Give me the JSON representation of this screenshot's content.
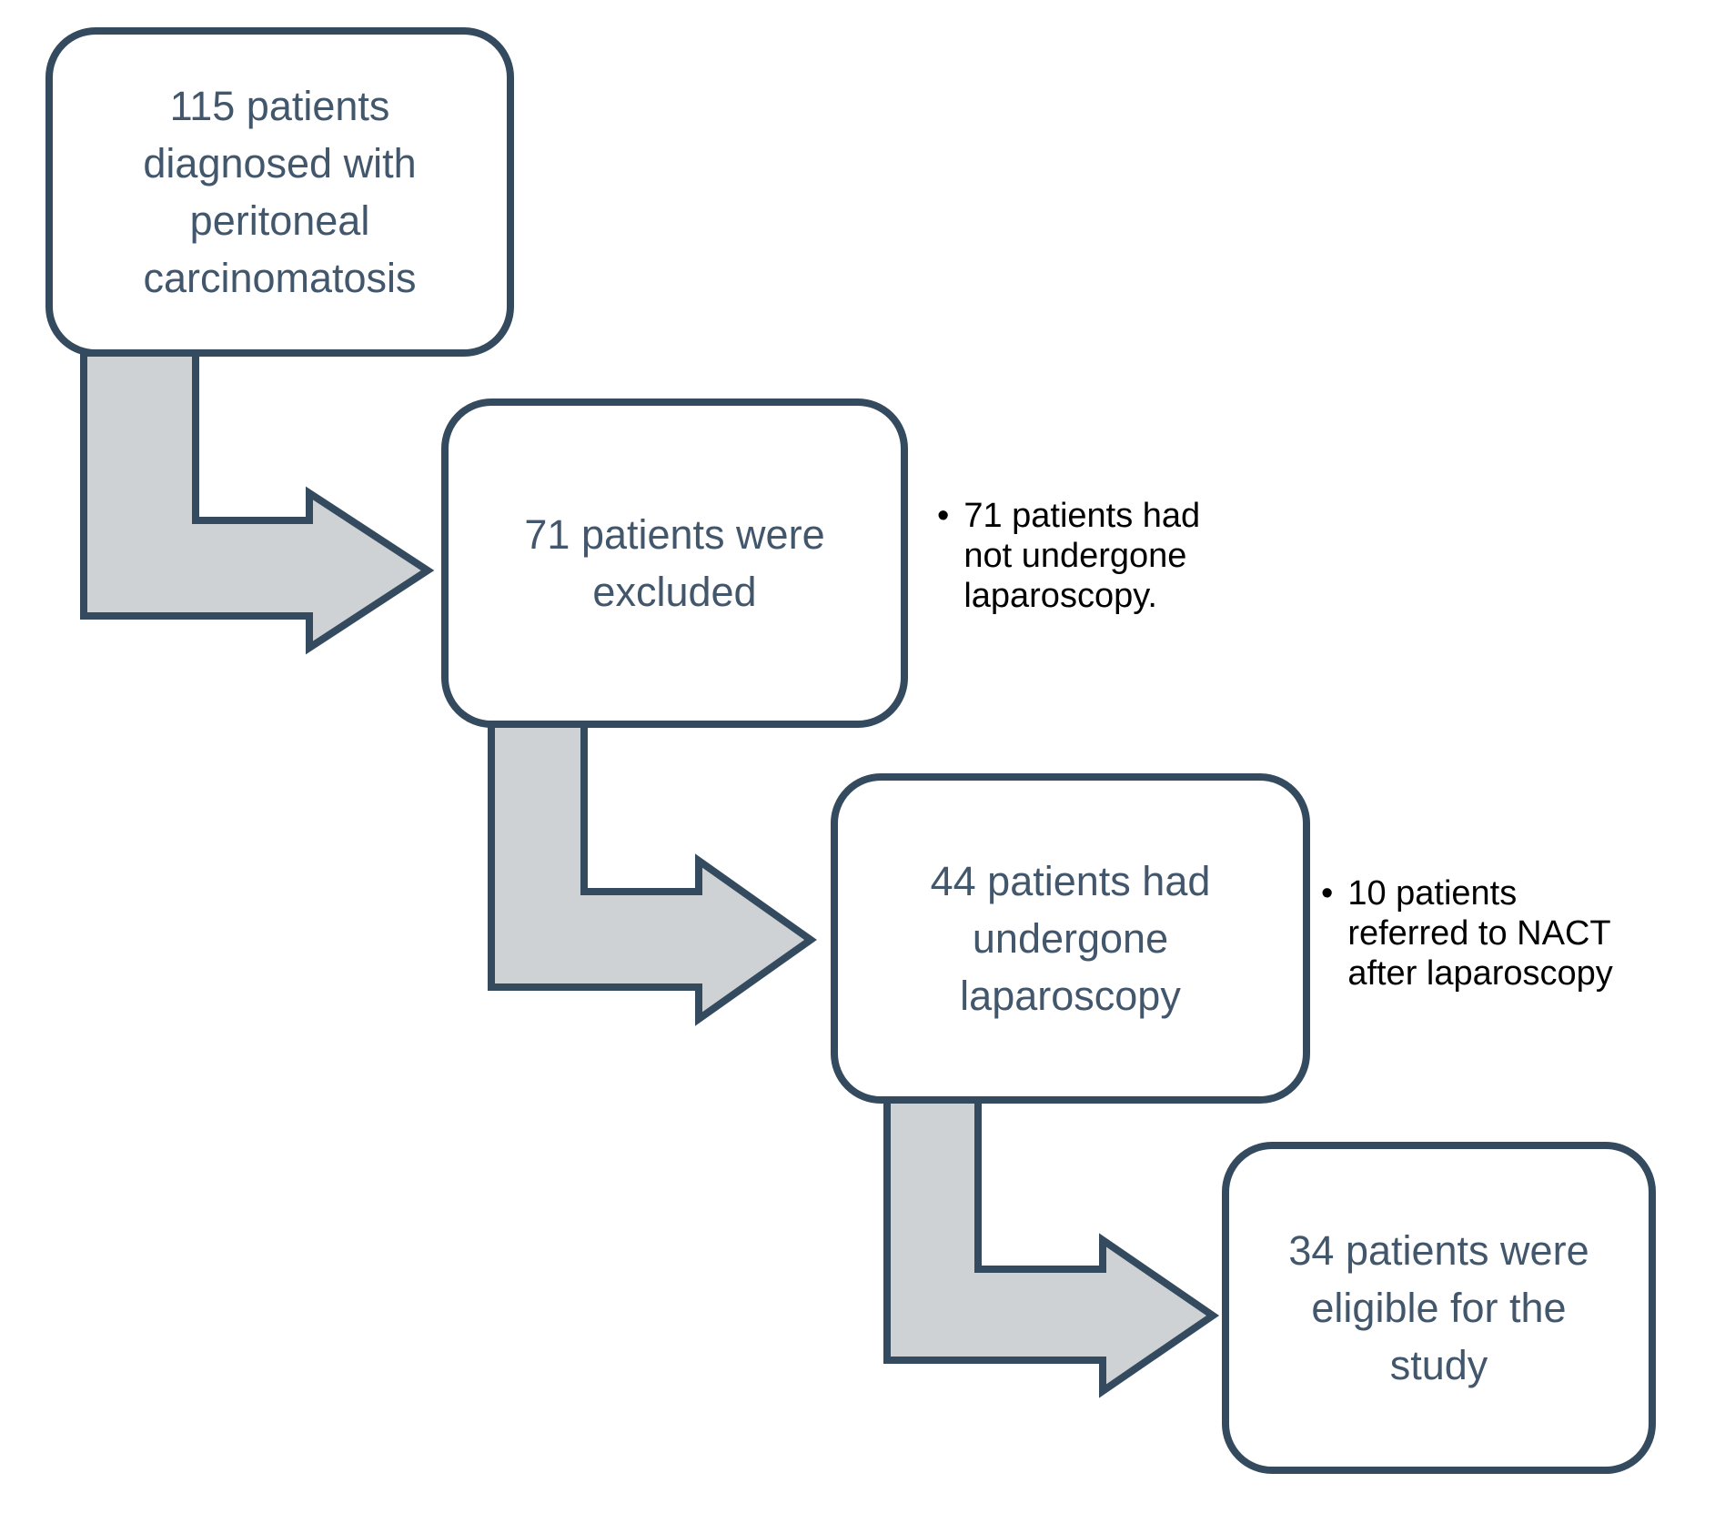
{
  "colors": {
    "line": "#344a5e",
    "box_text": "#42566c",
    "arrow_fill": "#ced2d5",
    "note_text": "#000000",
    "background": "#ffffff"
  },
  "flowchart": {
    "boxes": [
      {
        "id": "box-1",
        "lines": [
          "115 patients",
          "diagnosed with",
          "peritoneal",
          "carcinomatosis"
        ]
      },
      {
        "id": "box-2",
        "lines": [
          "71 patients were",
          "excluded"
        ]
      },
      {
        "id": "box-3",
        "lines": [
          "44 patients had",
          "undergone",
          "laparoscopy"
        ]
      },
      {
        "id": "box-4",
        "lines": [
          "34 patients were",
          "eligible for the",
          "study"
        ]
      }
    ],
    "notes": [
      {
        "bullet": "•",
        "lines": [
          "71 patients had",
          "not undergone",
          "laparoscopy."
        ]
      },
      {
        "bullet": "•",
        "lines": [
          "10 patients",
          "referred to NACT",
          "after laparoscopy"
        ]
      }
    ]
  }
}
